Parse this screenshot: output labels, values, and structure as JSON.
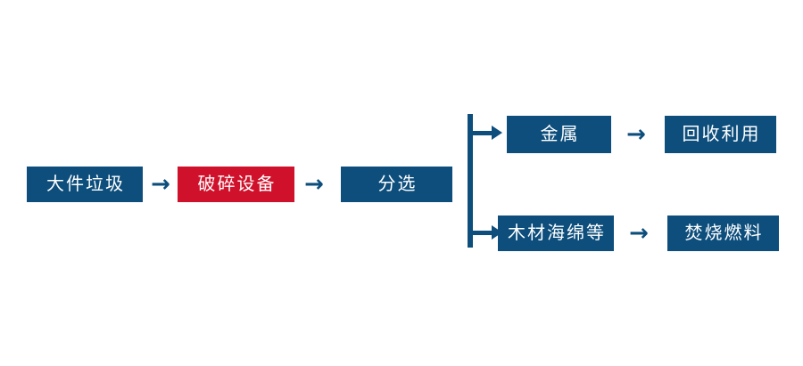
{
  "diagram": {
    "title": "",
    "type": "flowchart",
    "background_color": "#ffffff",
    "colors": {
      "primary_blue": "#0d4e7c",
      "highlight_red": "#d0112b",
      "node_text": "#ffffff",
      "connector": "#0d4e7c"
    },
    "nodes": [
      {
        "id": "bulky-waste",
        "label": "大件垃圾",
        "color": "blue"
      },
      {
        "id": "crushing-equipment",
        "label": "破碎设备",
        "color": "red"
      },
      {
        "id": "sorting",
        "label": "分选",
        "color": "blue"
      },
      {
        "id": "metal",
        "label": "金属",
        "color": "blue"
      },
      {
        "id": "recycling",
        "label": "回收利用",
        "color": "blue"
      },
      {
        "id": "wood-sponge",
        "label": "木材海绵等",
        "color": "blue"
      },
      {
        "id": "incineration-fuel",
        "label": "焚烧燃料",
        "color": "blue"
      }
    ],
    "connectors": [
      {
        "id": "arrow-1",
        "glyph": "→",
        "from": "bulky-waste",
        "to": "crushing-equipment"
      },
      {
        "id": "arrow-2",
        "glyph": "→",
        "from": "crushing-equipment",
        "to": "sorting"
      },
      {
        "id": "arrow-3",
        "glyph": "→",
        "from": "sorting",
        "to": "branch"
      },
      {
        "id": "arrow-4",
        "glyph": "→",
        "from": "metal",
        "to": "recycling"
      },
      {
        "id": "arrow-5",
        "glyph": "→",
        "from": "wood-sponge",
        "to": "incineration-fuel"
      }
    ],
    "branch": {
      "id": "sorting-branch",
      "from": "sorting",
      "to": [
        "metal",
        "wood-sponge"
      ]
    }
  }
}
